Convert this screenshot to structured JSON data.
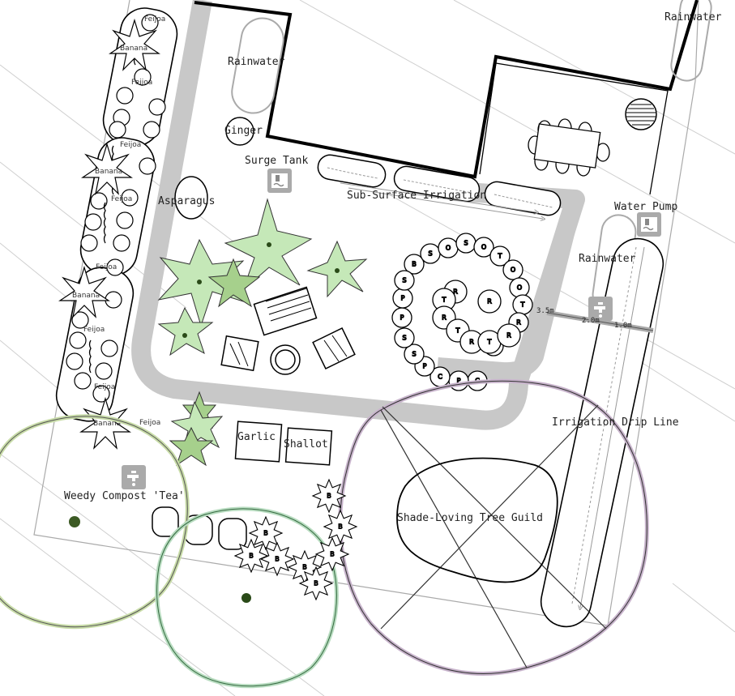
{
  "labels": {
    "rainwater_top_right": "Rainwater",
    "rainwater_house": "Rainwater",
    "rainwater_right": "Rainwater",
    "ginger": "Ginger",
    "surge_tank": "Surge Tank",
    "sub_surface_irrigation": "Sub-Surface Irrigation",
    "asparagus": "Asparagus",
    "water_pump": "Water Pump",
    "irrigation_drip_line": "Irrigation Drip Line",
    "garlic": "Garlic",
    "shallot": "Shallot",
    "weedy_compost_tea": "Weedy Compost 'Tea'",
    "shade_loving_tree_guild": "Shade-Loving Tree Guild"
  },
  "plants": {
    "feijoa": "Feijoa",
    "banana": "Banana"
  },
  "dimensions": {
    "d1": "3.5m",
    "d2": "2.0m",
    "d3": "1.0m"
  },
  "spiral_letters": {
    "outer": [
      "B",
      "S",
      "O",
      "S",
      "O",
      "T",
      "O",
      "O",
      "T",
      "R",
      "T",
      "P",
      "C",
      "P",
      "C",
      "P",
      "S",
      "S",
      "P",
      "P",
      "S"
    ],
    "inner": [
      "R",
      "R",
      "T",
      "R",
      "T",
      "R",
      "T",
      "R"
    ]
  },
  "guild_letter": "B",
  "colors": {
    "path_grey": "#c8c8c8",
    "leaf_green": "#c5e8b8",
    "leaf_green_dark": "#a6d08c",
    "compost_ring": "#c8dca8",
    "guild_ring": "#b8dcc0",
    "shade_ring": "#c8b4cc",
    "tree_dot": "#3c5a24"
  },
  "icons": [
    "rainwater-tank-icon",
    "water-tap-icon",
    "water-pump-icon"
  ]
}
